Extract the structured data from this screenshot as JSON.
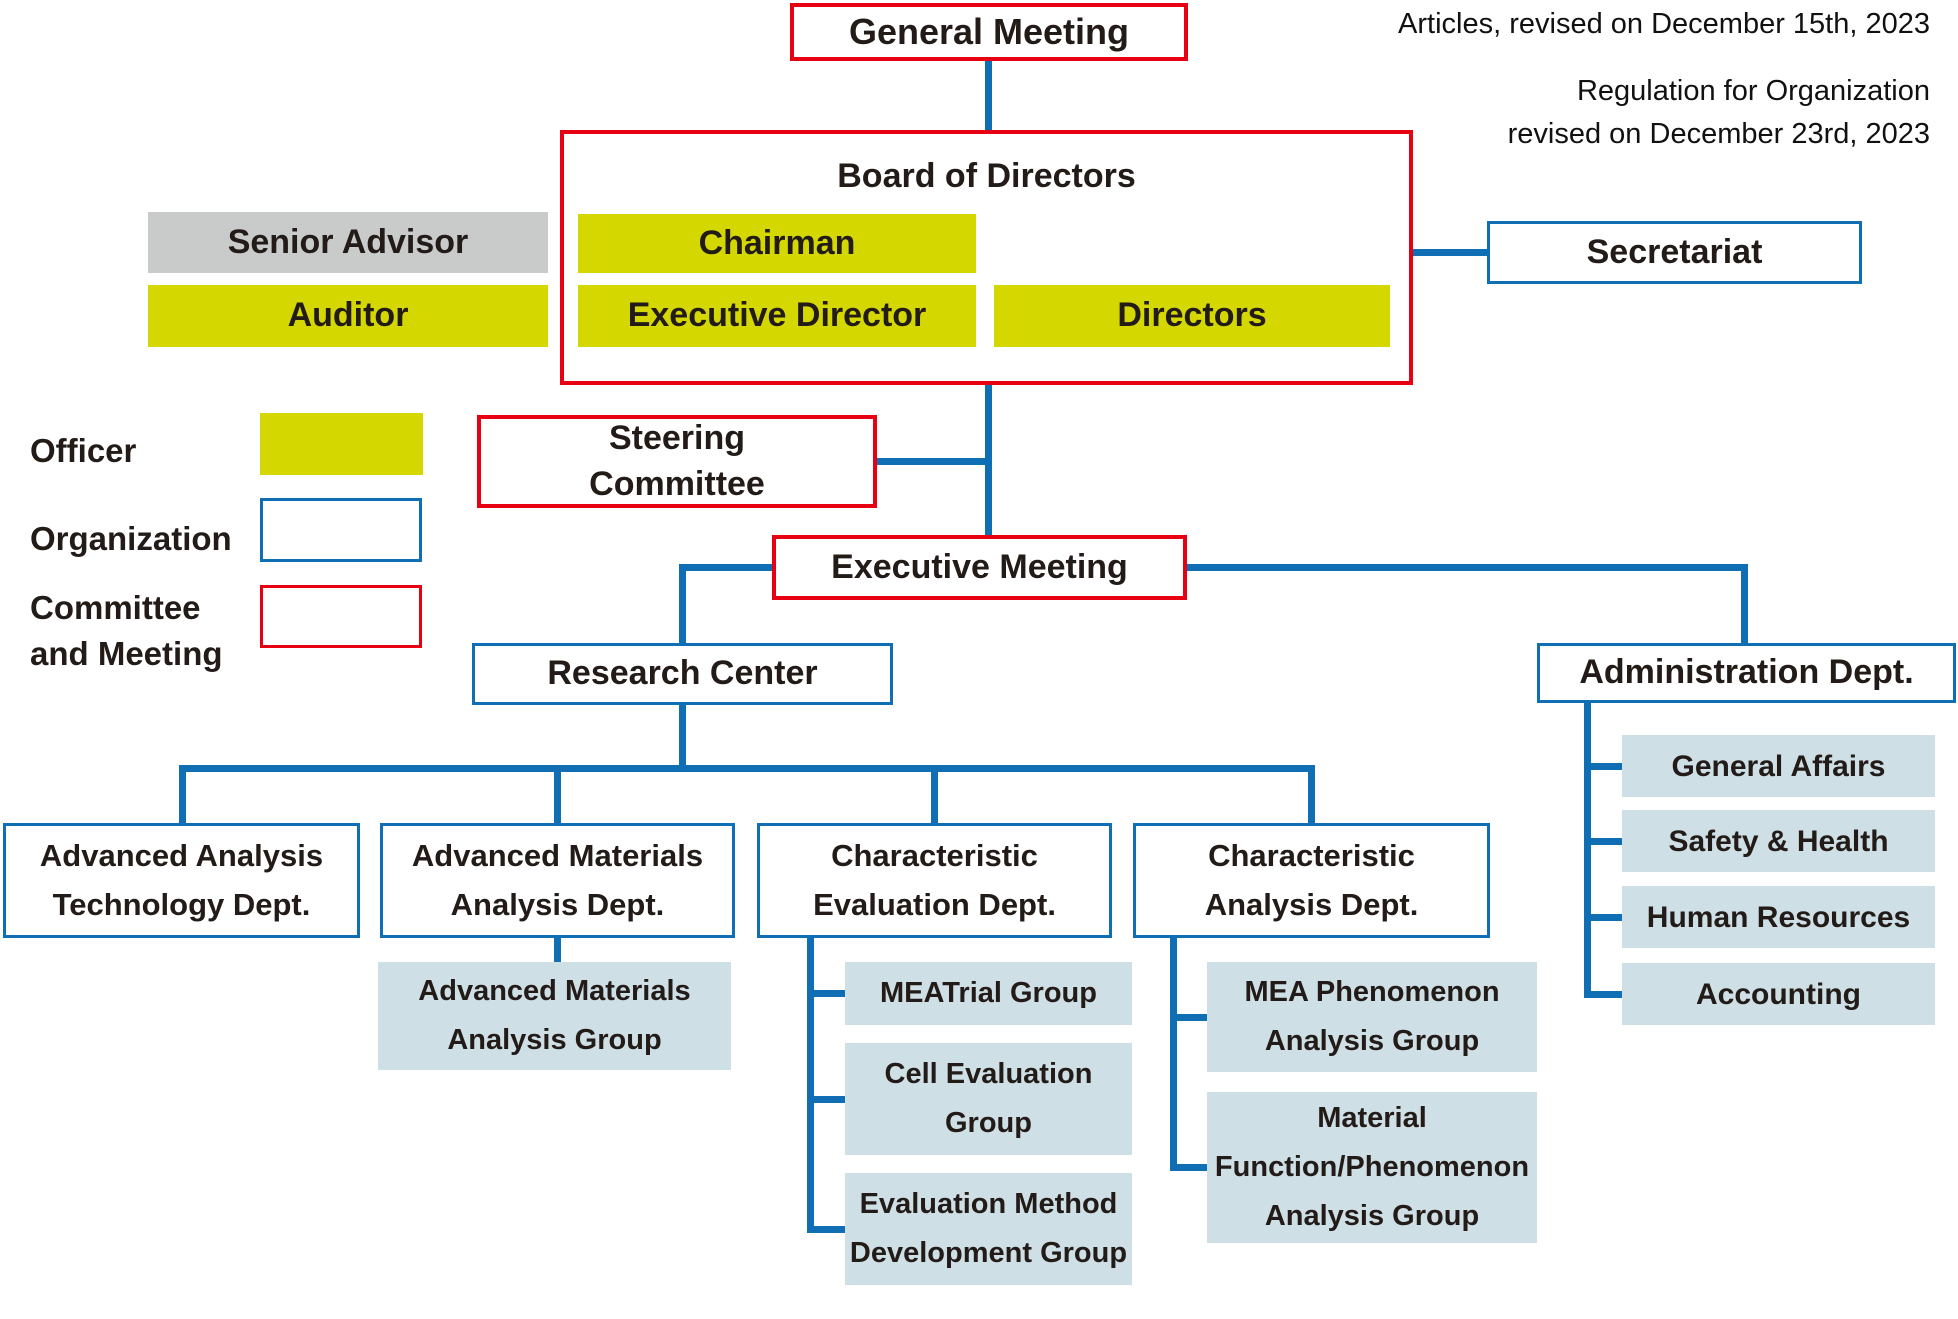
{
  "annotations": {
    "articles": "Articles, revised on December 15th, 2023",
    "regulation_line1": "Regulation for Organization",
    "regulation_line2": "revised on December 23rd, 2023"
  },
  "legend": {
    "officer": "Officer",
    "organization": "Organization",
    "committee": "Committee\nand Meeting"
  },
  "nodes": {
    "general_meeting": "General Meeting",
    "board_of_directors": "Board of Directors",
    "chairman": "Chairman",
    "executive_director": "Executive Director",
    "directors": "Directors",
    "senior_advisor": "Senior Advisor",
    "auditor": "Auditor",
    "secretariat": "Secretariat",
    "steering_committee": "Steering\nCommittee",
    "executive_meeting": "Executive Meeting",
    "research_center": "Research Center",
    "administration_dept": "Administration Dept.",
    "advanced_analysis_technology_dept": "Advanced Analysis\nTechnology Dept.",
    "advanced_materials_analysis_dept": "Advanced Materials\nAnalysis Dept.",
    "characteristic_evaluation_dept": "Characteristic\nEvaluation Dept.",
    "characteristic_analysis_dept": "Characteristic\nAnalysis Dept.",
    "advanced_materials_analysis_group": "Advanced Materials\nAnalysis Group",
    "meatrial_group": "MEATrial Group",
    "cell_evaluation_group": "Cell Evaluation\nGroup",
    "evaluation_method_development_group": "Evaluation Method\nDevelopment Group",
    "mea_phenomenon_analysis_group": "MEA Phenomenon\nAnalysis Group",
    "material_function_phenomenon_analysis_group": "Material\nFunction/Phenomenon\nAnalysis Group",
    "general_affairs": "General Affairs",
    "safety_health": "Safety & Health",
    "human_resources": "Human Resources",
    "accounting": "Accounting"
  },
  "colors": {
    "committee_red": "#e60012",
    "organization_blue": "#0f6eb4",
    "officer_yellow": "#d4d700",
    "senior_advisor_gray": "#c9caca",
    "group_light_blue": "#cfdfe6"
  }
}
